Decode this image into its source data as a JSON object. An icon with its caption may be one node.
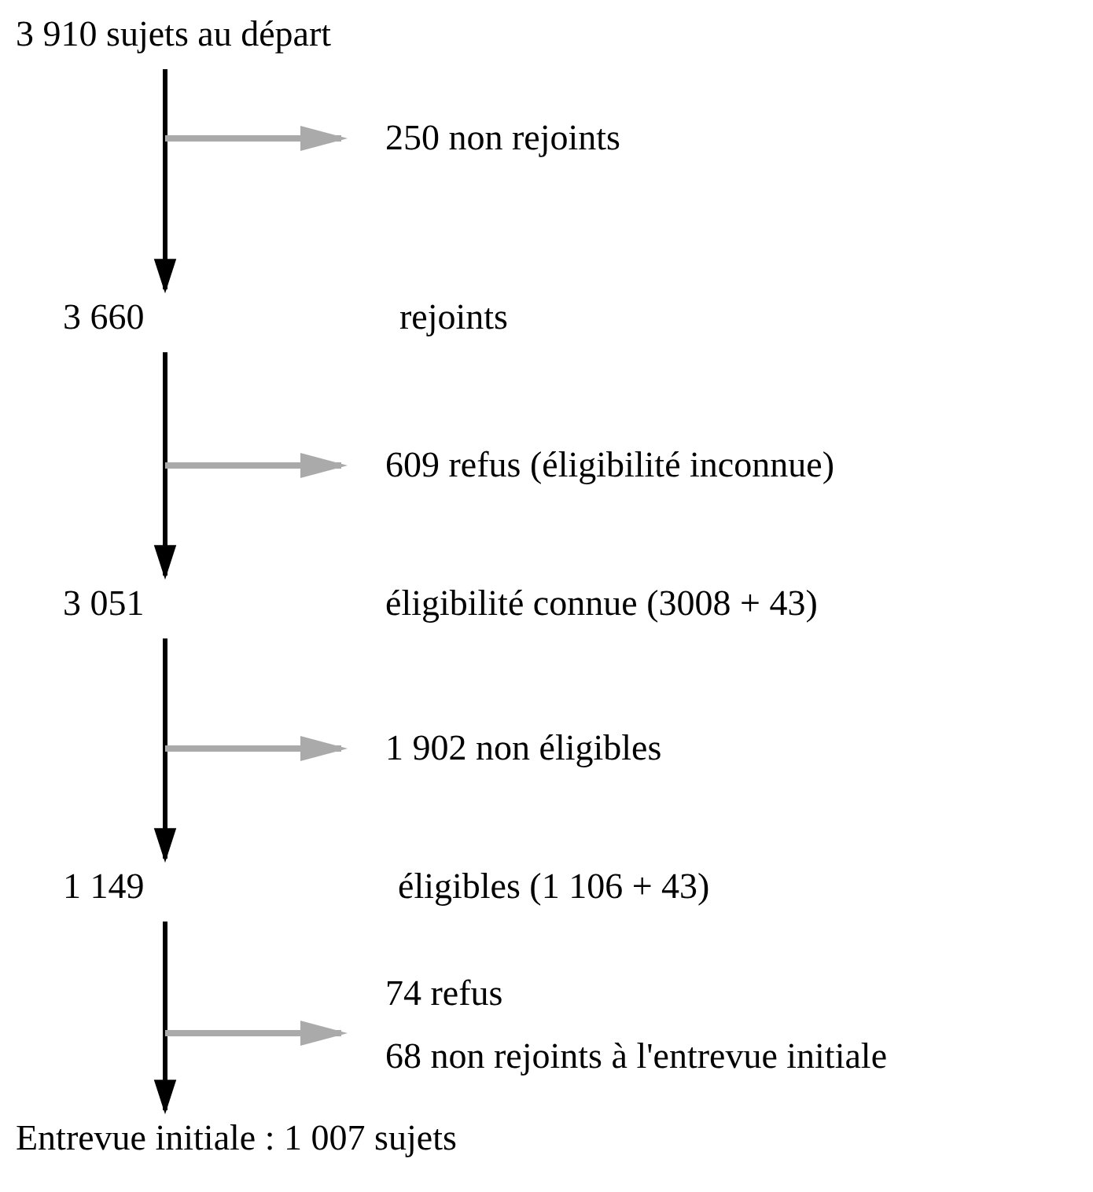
{
  "diagram": {
    "nodes": [
      {
        "text": [
          "3 910 sujets au départ"
        ]
      },
      {
        "text": [
          "250 non rejoints"
        ]
      },
      {
        "text": [
          "3 660",
          "rejoints"
        ]
      },
      {
        "text": [
          "609 refus (éligibilité inconnue)"
        ]
      },
      {
        "text": [
          "3 051",
          "éligibilité connue (3008 + 43)"
        ]
      },
      {
        "text": [
          "1 902 non éligibles"
        ]
      },
      {
        "text": [
          "1 149",
          "éligibles (1 106 + 43)"
        ]
      },
      {
        "text": [
          "74 refus",
          "68 non rejoints à l'entrevue initiale"
        ]
      },
      {
        "text": [
          "Entrevue initiale : 1 007 sujets"
        ]
      }
    ],
    "edges": [
      {
        "from": 0,
        "to": 2,
        "arrow": "to"
      },
      {
        "from": null,
        "to": 1,
        "arrow": "to",
        "color": "#aaaaaa"
      },
      {
        "from": 2,
        "to": 4,
        "arrow": "to"
      },
      {
        "from": null,
        "to": 3,
        "arrow": "to",
        "color": "#aaaaaa"
      },
      {
        "from": 4,
        "to": 6,
        "arrow": "to"
      },
      {
        "from": null,
        "to": 5,
        "arrow": "to",
        "color": "#aaaaaa"
      },
      {
        "from": 6,
        "to": 8,
        "arrow": "to"
      },
      {
        "from": null,
        "to": 7,
        "arrow": "to",
        "color": "#aaaaaa"
      }
    ]
  }
}
